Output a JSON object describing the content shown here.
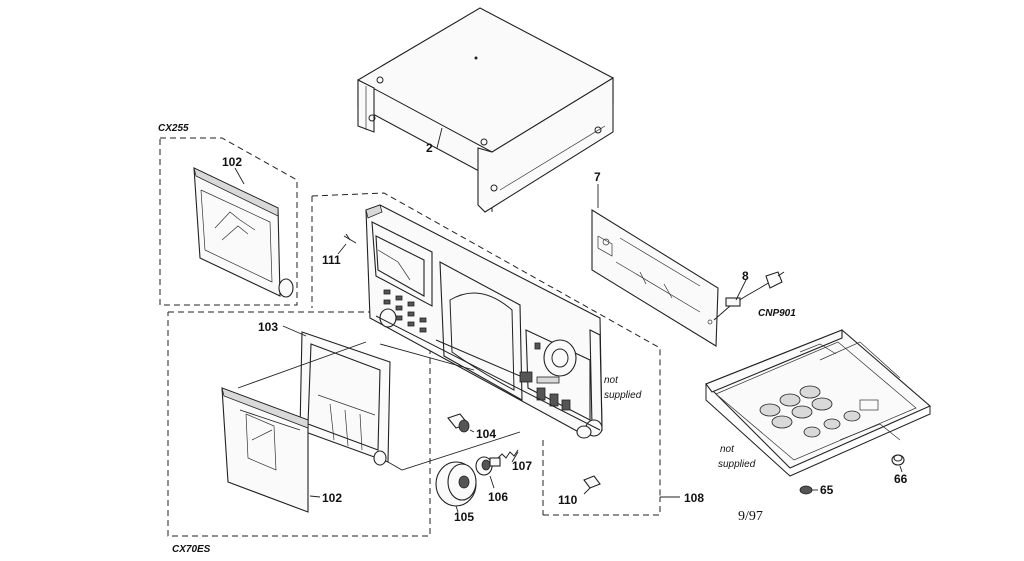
{
  "parts": {
    "cover": "2",
    "board": "7",
    "cord_clamp": "8",
    "connector": "CNP901",
    "front_door_cx255": "102",
    "front_door_cx70es": "102",
    "door_frame": "103",
    "button": "104",
    "jog_dial": "105",
    "knob": "106",
    "spring": "107",
    "front_panel": "108",
    "foot": "110",
    "screw": "111",
    "foot_65": "65",
    "foot_66": "66"
  },
  "models": {
    "cx255": "CX255",
    "cx70es": "CX70ES"
  },
  "notes": {
    "not_supplied_1a": "not",
    "not_supplied_1b": "supplied",
    "not_supplied_2a": "not",
    "not_supplied_2b": "supplied"
  },
  "footer": {
    "date": "9/97"
  }
}
